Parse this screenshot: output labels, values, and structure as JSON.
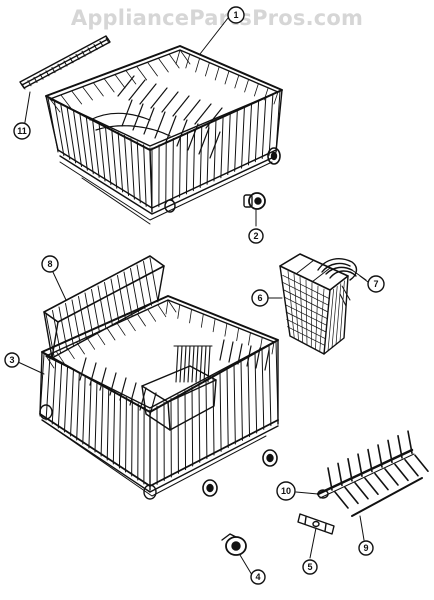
{
  "watermark": "AppliancePartsPros.com",
  "callouts": [
    {
      "id": "1",
      "label": "1"
    },
    {
      "id": "2",
      "label": "2"
    },
    {
      "id": "3",
      "label": "3"
    },
    {
      "id": "4",
      "label": "4"
    },
    {
      "id": "5",
      "label": "5"
    },
    {
      "id": "6",
      "label": "6"
    },
    {
      "id": "7",
      "label": "7"
    },
    {
      "id": "8",
      "label": "8"
    },
    {
      "id": "9",
      "label": "9"
    },
    {
      "id": "10",
      "label": "10"
    },
    {
      "id": "11",
      "label": "11"
    }
  ],
  "parts": [
    {
      "callout": "1",
      "name": "upper-rack"
    },
    {
      "callout": "2",
      "name": "upper-rack-wheel"
    },
    {
      "callout": "3",
      "name": "lower-rack"
    },
    {
      "callout": "4",
      "name": "lower-rack-wheel"
    },
    {
      "callout": "5",
      "name": "tine-clip"
    },
    {
      "callout": "6",
      "name": "silverware-basket"
    },
    {
      "callout": "7",
      "name": "basket-handle"
    },
    {
      "callout": "8",
      "name": "fold-down-shelf"
    },
    {
      "callout": "9",
      "name": "tine-row"
    },
    {
      "callout": "10",
      "name": "tine-row-pivot"
    },
    {
      "callout": "11",
      "name": "cup-shelf"
    }
  ]
}
